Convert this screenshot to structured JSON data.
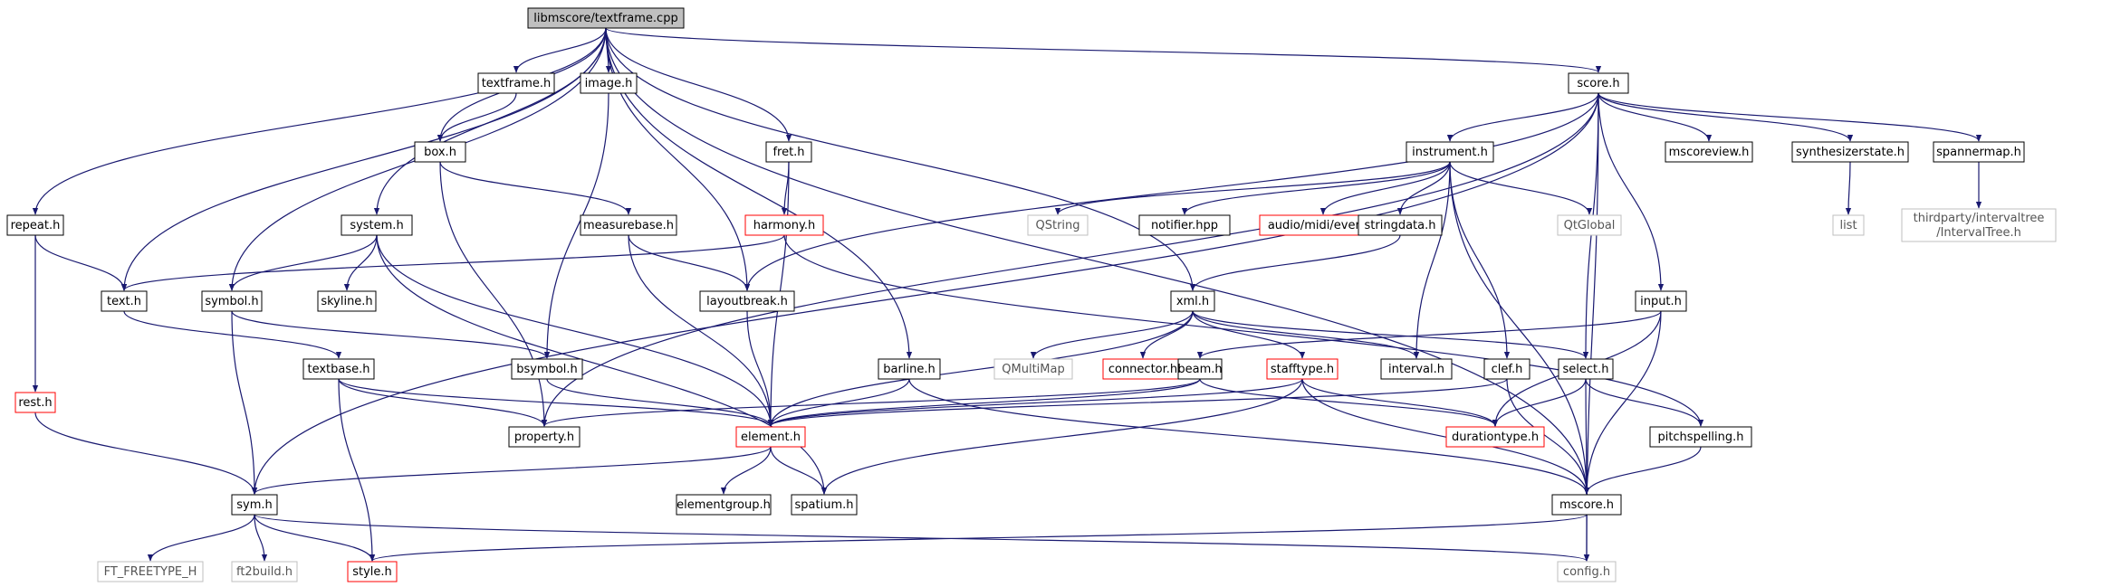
{
  "graph": {
    "root": "libmscore/textframe.cpp",
    "colors": {
      "edge": "#191970",
      "box_normal": "#000000",
      "box_incomplete": "#ff0000",
      "box_external": "#bfbfbf",
      "root_fill": "#bfbfbf",
      "text": "#000000",
      "text_external": "#555555"
    },
    "nodes": {
      "root": {
        "label": "libmscore/textframe.cpp",
        "kind": "root"
      },
      "textframe_h": {
        "label": "textframe.h",
        "kind": "normal"
      },
      "image_h": {
        "label": "image.h",
        "kind": "normal"
      },
      "score_h": {
        "label": "score.h",
        "kind": "normal"
      },
      "box_h": {
        "label": "box.h",
        "kind": "normal"
      },
      "fret_h": {
        "label": "fret.h",
        "kind": "normal"
      },
      "instrument_h": {
        "label": "instrument.h",
        "kind": "normal"
      },
      "mscoreview_h": {
        "label": "mscoreview.h",
        "kind": "normal"
      },
      "synthesizerstate_h": {
        "label": "synthesizerstate.h",
        "kind": "normal"
      },
      "spannermap_h": {
        "label": "spannermap.h",
        "kind": "normal"
      },
      "repeat_h": {
        "label": "repeat.h",
        "kind": "normal"
      },
      "system_h": {
        "label": "system.h",
        "kind": "normal"
      },
      "measurebase_h": {
        "label": "measurebase.h",
        "kind": "normal"
      },
      "harmony_h": {
        "label": "harmony.h",
        "kind": "incomplete"
      },
      "QString": {
        "label": "QString",
        "kind": "external"
      },
      "notifier_hpp": {
        "label": "notifier.hpp",
        "kind": "normal"
      },
      "event_h": {
        "label": "audio/midi/event.h",
        "kind": "incomplete"
      },
      "stringdata_h": {
        "label": "stringdata.h",
        "kind": "normal"
      },
      "QtGlobal": {
        "label": "QtGlobal",
        "kind": "external"
      },
      "list": {
        "label": "list",
        "kind": "external"
      },
      "intervaltree_h": {
        "label": "thirdparty/intervaltree\n/IntervalTree.h",
        "kind": "external"
      },
      "text_h": {
        "label": "text.h",
        "kind": "normal"
      },
      "symbol_h": {
        "label": "symbol.h",
        "kind": "normal"
      },
      "skyline_h": {
        "label": "skyline.h",
        "kind": "normal"
      },
      "layoutbreak_h": {
        "label": "layoutbreak.h",
        "kind": "normal"
      },
      "xml_h": {
        "label": "xml.h",
        "kind": "normal"
      },
      "input_h": {
        "label": "input.h",
        "kind": "normal"
      },
      "rest_h": {
        "label": "rest.h",
        "kind": "incomplete"
      },
      "textbase_h": {
        "label": "textbase.h",
        "kind": "normal"
      },
      "bsymbol_h": {
        "label": "bsymbol.h",
        "kind": "normal"
      },
      "QMultiMap": {
        "label": "QMultiMap",
        "kind": "external"
      },
      "connector_h": {
        "label": "connector.h",
        "kind": "incomplete"
      },
      "beam_h": {
        "label": "beam.h",
        "kind": "normal"
      },
      "stafftype_h": {
        "label": "stafftype.h",
        "kind": "incomplete"
      },
      "interval_h": {
        "label": "interval.h",
        "kind": "normal"
      },
      "clef_h": {
        "label": "clef.h",
        "kind": "normal"
      },
      "select_h": {
        "label": "select.h",
        "kind": "normal"
      },
      "barline_h": {
        "label": "barline.h",
        "kind": "normal"
      },
      "property_h": {
        "label": "property.h",
        "kind": "normal"
      },
      "element_h": {
        "label": "element.h",
        "kind": "incomplete"
      },
      "durationtype_h": {
        "label": "durationtype.h",
        "kind": "incomplete"
      },
      "pitchspelling_h": {
        "label": "pitchspelling.h",
        "kind": "normal"
      },
      "sym_h": {
        "label": "sym.h",
        "kind": "normal"
      },
      "elementgroup_h": {
        "label": "elementgroup.h",
        "kind": "normal"
      },
      "spatium_h": {
        "label": "spatium.h",
        "kind": "normal"
      },
      "mscore_h": {
        "label": "mscore.h",
        "kind": "normal"
      },
      "FT_FREETYPE_H": {
        "label": "FT_FREETYPE_H",
        "kind": "external"
      },
      "ft2build_h": {
        "label": "ft2build.h",
        "kind": "external"
      },
      "style_h": {
        "label": "style.h",
        "kind": "incomplete"
      },
      "config_h": {
        "label": "config.h",
        "kind": "external"
      }
    },
    "edges": [
      [
        "root",
        "repeat_h"
      ],
      [
        "root",
        "text_h"
      ],
      [
        "root",
        "symbol_h"
      ],
      [
        "root",
        "system_h"
      ],
      [
        "root",
        "box_h"
      ],
      [
        "root",
        "textframe_h"
      ],
      [
        "root",
        "image_h"
      ],
      [
        "root",
        "layoutbreak_h"
      ],
      [
        "root",
        "fret_h"
      ],
      [
        "root",
        "barline_h"
      ],
      [
        "root",
        "xml_h"
      ],
      [
        "root",
        "score_h"
      ],
      [
        "root",
        "mscore_h"
      ],
      [
        "textframe_h",
        "box_h"
      ],
      [
        "image_h",
        "bsymbol_h"
      ],
      [
        "box_h",
        "measurebase_h"
      ],
      [
        "box_h",
        "property_h"
      ],
      [
        "fret_h",
        "harmony_h"
      ],
      [
        "fret_h",
        "element_h"
      ],
      [
        "harmony_h",
        "text_h"
      ],
      [
        "harmony_h",
        "pitchspelling_h"
      ],
      [
        "measurebase_h",
        "layoutbreak_h"
      ],
      [
        "measurebase_h",
        "element_h"
      ],
      [
        "system_h",
        "symbol_h"
      ],
      [
        "system_h",
        "skyline_h"
      ],
      [
        "system_h",
        "element_h"
      ],
      [
        "system_h",
        "spatium_h"
      ],
      [
        "repeat_h",
        "text_h"
      ],
      [
        "repeat_h",
        "rest_h"
      ],
      [
        "rest_h",
        "sym_h"
      ],
      [
        "text_h",
        "textbase_h"
      ],
      [
        "textbase_h",
        "property_h"
      ],
      [
        "textbase_h",
        "element_h"
      ],
      [
        "textbase_h",
        "style_h"
      ],
      [
        "symbol_h",
        "bsymbol_h"
      ],
      [
        "symbol_h",
        "sym_h"
      ],
      [
        "bsymbol_h",
        "element_h"
      ],
      [
        "layoutbreak_h",
        "element_h"
      ],
      [
        "barline_h",
        "element_h"
      ],
      [
        "barline_h",
        "mscore_h"
      ],
      [
        "score_h",
        "instrument_h"
      ],
      [
        "score_h",
        "mscoreview_h"
      ],
      [
        "score_h",
        "synthesizerstate_h"
      ],
      [
        "score_h",
        "spannermap_h"
      ],
      [
        "score_h",
        "input_h"
      ],
      [
        "score_h",
        "select_h"
      ],
      [
        "score_h",
        "layoutbreak_h"
      ],
      [
        "score_h",
        "property_h"
      ],
      [
        "score_h",
        "sym_h"
      ],
      [
        "score_h",
        "config_h"
      ],
      [
        "instrument_h",
        "QString"
      ],
      [
        "instrument_h",
        "notifier_hpp"
      ],
      [
        "instrument_h",
        "event_h"
      ],
      [
        "instrument_h",
        "stringdata_h"
      ],
      [
        "instrument_h",
        "QtGlobal"
      ],
      [
        "instrument_h",
        "interval_h"
      ],
      [
        "instrument_h",
        "clef_h"
      ],
      [
        "instrument_h",
        "mscore_h"
      ],
      [
        "stringdata_h",
        "xml_h"
      ],
      [
        "synthesizerstate_h",
        "list"
      ],
      [
        "spannermap_h",
        "intervaltree_h"
      ],
      [
        "xml_h",
        "QMultiMap"
      ],
      [
        "xml_h",
        "connector_h"
      ],
      [
        "xml_h",
        "stafftype_h"
      ],
      [
        "xml_h",
        "interval_h"
      ],
      [
        "xml_h",
        "select_h"
      ],
      [
        "xml_h",
        "element_h"
      ],
      [
        "input_h",
        "beam_h"
      ],
      [
        "input_h",
        "durationtype_h"
      ],
      [
        "input_h",
        "mscore_h"
      ],
      [
        "beam_h",
        "element_h"
      ],
      [
        "beam_h",
        "property_h"
      ],
      [
        "beam_h",
        "durationtype_h"
      ],
      [
        "stafftype_h",
        "element_h"
      ],
      [
        "stafftype_h",
        "spatium_h"
      ],
      [
        "stafftype_h",
        "durationtype_h"
      ],
      [
        "stafftype_h",
        "mscore_h"
      ],
      [
        "clef_h",
        "element_h"
      ],
      [
        "clef_h",
        "mscore_h"
      ],
      [
        "select_h",
        "durationtype_h"
      ],
      [
        "select_h",
        "mscore_h"
      ],
      [
        "select_h",
        "pitchspelling_h"
      ],
      [
        "pitchspelling_h",
        "mscore_h"
      ],
      [
        "element_h",
        "sym_h"
      ],
      [
        "element_h",
        "elementgroup_h"
      ],
      [
        "element_h",
        "spatium_h"
      ],
      [
        "sym_h",
        "FT_FREETYPE_H"
      ],
      [
        "sym_h",
        "ft2build_h"
      ],
      [
        "sym_h",
        "style_h"
      ],
      [
        "sym_h",
        "config_h"
      ],
      [
        "mscore_h",
        "style_h"
      ],
      [
        "mscore_h",
        "config_h"
      ]
    ]
  }
}
